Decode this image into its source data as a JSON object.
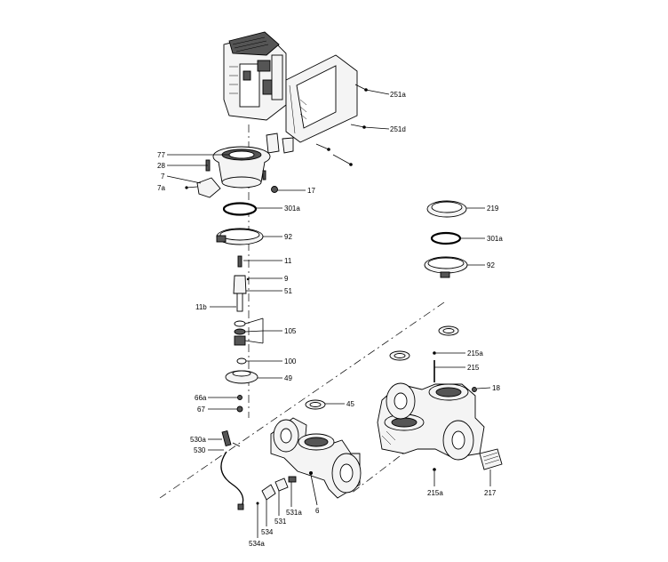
{
  "labels": {
    "l251a": "251a",
    "l251d": "251d",
    "l77": "77",
    "l28": "28",
    "l7": "7",
    "l7a": "7a",
    "l17": "17",
    "l301a_left": "301a",
    "l92_left": "92",
    "l11": "11",
    "l9": "9",
    "l51": "51",
    "l11b": "11b",
    "l105": "105",
    "l100": "100",
    "l49": "49",
    "l66a": "66a",
    "l67": "67",
    "l45": "45",
    "l530a": "530a",
    "l530": "530",
    "l534a": "534a",
    "l534": "534",
    "l531": "531",
    "l531a": "531a",
    "l6": "6",
    "l219": "219",
    "l301a_right": "301a",
    "l92_right": "92",
    "l215a_top": "215a",
    "l215": "215",
    "l18": "18",
    "l215a_bottom": "215a",
    "l217": "217"
  }
}
